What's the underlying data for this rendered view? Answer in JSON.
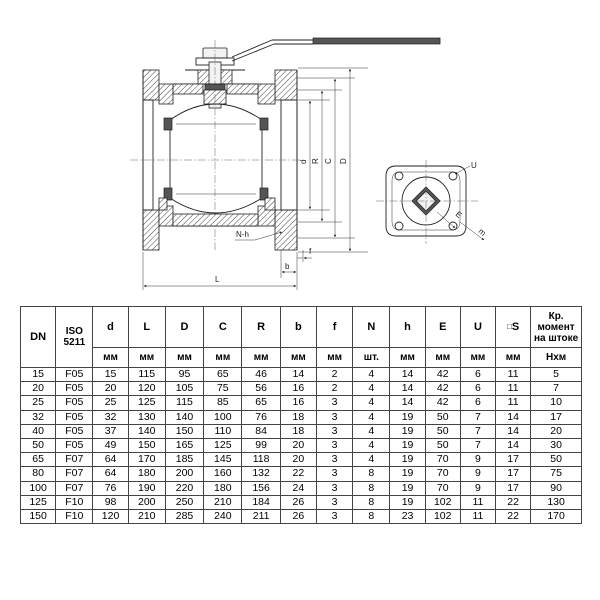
{
  "drawing": {
    "dim_labels": {
      "d": "d",
      "R": "R",
      "C": "C",
      "D": "D",
      "L": "L",
      "b": "b",
      "f": "f",
      "Nh": "N-h",
      "U": "U",
      "E": "E",
      "m": "m"
    }
  },
  "table": {
    "headers": [
      {
        "key": "dn",
        "label": "DN"
      },
      {
        "key": "iso",
        "label": "ISO 5211"
      },
      {
        "key": "d",
        "label": "d"
      },
      {
        "key": "L",
        "label": "L"
      },
      {
        "key": "D",
        "label": "D"
      },
      {
        "key": "C",
        "label": "C"
      },
      {
        "key": "R",
        "label": "R"
      },
      {
        "key": "b",
        "label": "b"
      },
      {
        "key": "f",
        "label": "f"
      },
      {
        "key": "N",
        "label": "N"
      },
      {
        "key": "h",
        "label": "h"
      },
      {
        "key": "E",
        "label": "E"
      },
      {
        "key": "U",
        "label": "U"
      },
      {
        "key": "S",
        "label": "S",
        "symbol": "□"
      },
      {
        "key": "torque",
        "label": "Кр. момент на штоке"
      }
    ],
    "units": [
      "мм",
      "мм",
      "мм",
      "мм",
      "мм",
      "мм",
      "мм",
      "шт.",
      "мм",
      "мм",
      "мм",
      "мм",
      "Нхм"
    ],
    "rows": [
      [
        "15",
        "F05",
        "15",
        "115",
        "95",
        "65",
        "46",
        "14",
        "2",
        "4",
        "14",
        "42",
        "6",
        "11",
        "5"
      ],
      [
        "20",
        "F05",
        "20",
        "120",
        "105",
        "75",
        "56",
        "16",
        "2",
        "4",
        "14",
        "42",
        "6",
        "11",
        "7"
      ],
      [
        "25",
        "F05",
        "25",
        "125",
        "115",
        "85",
        "65",
        "16",
        "3",
        "4",
        "14",
        "42",
        "6",
        "11",
        "10"
      ],
      [
        "32",
        "F05",
        "32",
        "130",
        "140",
        "100",
        "76",
        "18",
        "3",
        "4",
        "19",
        "50",
        "7",
        "14",
        "17"
      ],
      [
        "40",
        "F05",
        "37",
        "140",
        "150",
        "110",
        "84",
        "18",
        "3",
        "4",
        "19",
        "50",
        "7",
        "14",
        "20"
      ],
      [
        "50",
        "F05",
        "49",
        "150",
        "165",
        "125",
        "99",
        "20",
        "3",
        "4",
        "19",
        "50",
        "7",
        "14",
        "30"
      ],
      [
        "65",
        "F07",
        "64",
        "170",
        "185",
        "145",
        "118",
        "20",
        "3",
        "4",
        "19",
        "70",
        "9",
        "17",
        "50"
      ],
      [
        "80",
        "F07",
        "64",
        "180",
        "200",
        "160",
        "132",
        "22",
        "3",
        "8",
        "19",
        "70",
        "9",
        "17",
        "75"
      ],
      [
        "100",
        "F07",
        "76",
        "190",
        "220",
        "180",
        "156",
        "24",
        "3",
        "8",
        "19",
        "70",
        "9",
        "17",
        "90"
      ],
      [
        "125",
        "F10",
        "98",
        "200",
        "250",
        "210",
        "184",
        "26",
        "3",
        "8",
        "19",
        "102",
        "11",
        "22",
        "130"
      ],
      [
        "150",
        "F10",
        "120",
        "210",
        "285",
        "240",
        "211",
        "26",
        "3",
        "8",
        "23",
        "102",
        "11",
        "22",
        "170"
      ]
    ]
  }
}
